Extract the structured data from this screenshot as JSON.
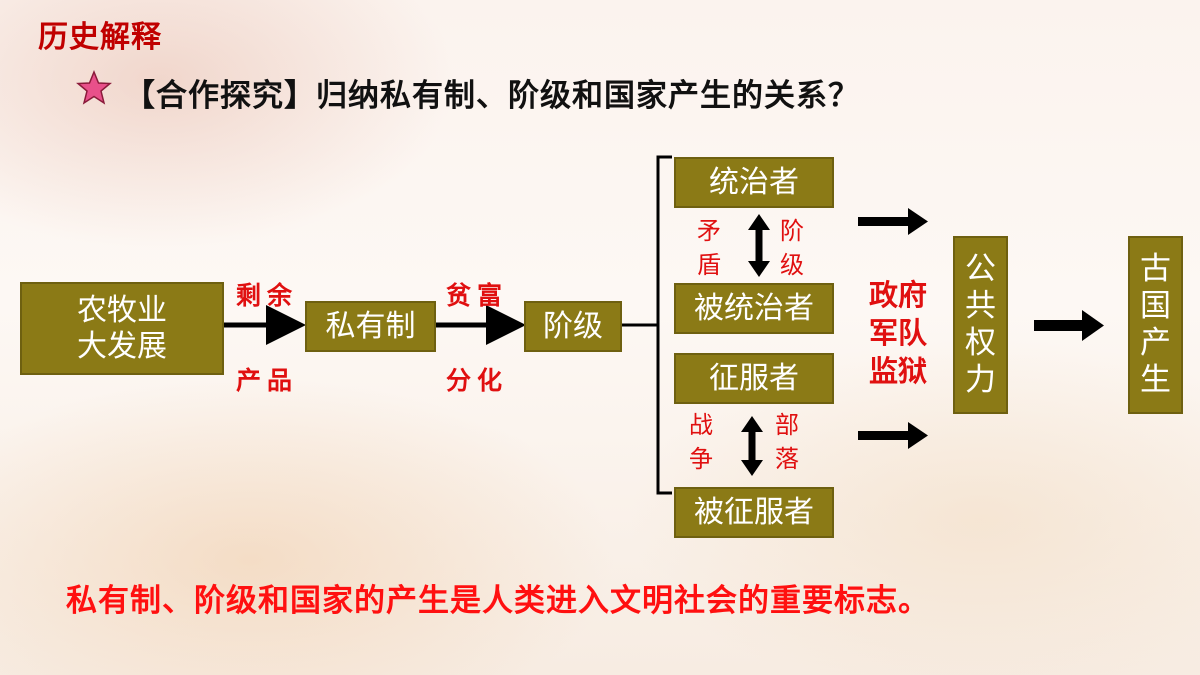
{
  "section_title": "历史解释",
  "question": "【合作探究】归纳私有制、阶级和国家产生的关系？",
  "nodes": {
    "agri": [
      "农牧业",
      "大发展"
    ],
    "private": "私有制",
    "class": "阶级",
    "ruler": "统治者",
    "ruled": "被统治者",
    "conqueror": "征服者",
    "conquered": "被征服者",
    "public_power": [
      "公",
      "共",
      "权",
      "力"
    ],
    "state": [
      "古",
      "国",
      "产",
      "生"
    ]
  },
  "labels": {
    "surplus_top": "剩余",
    "surplus_bottom": "产品",
    "wealth_top": "贫富",
    "wealth_bottom": "分化",
    "contradiction": [
      "矛",
      "盾"
    ],
    "class_conflict": [
      "阶",
      "级"
    ],
    "war": [
      "战",
      "争"
    ],
    "tribe": [
      "部",
      "落"
    ],
    "government": [
      "政府",
      "军队",
      "监狱"
    ]
  },
  "conclusion": "私有制、阶级和国家的产生是人类进入文明社会的重要标志。",
  "colors": {
    "box_fill": "#8b7a16",
    "title_red": "#c00000",
    "label_red": "#e01010",
    "star_pink": "#e8508a"
  }
}
